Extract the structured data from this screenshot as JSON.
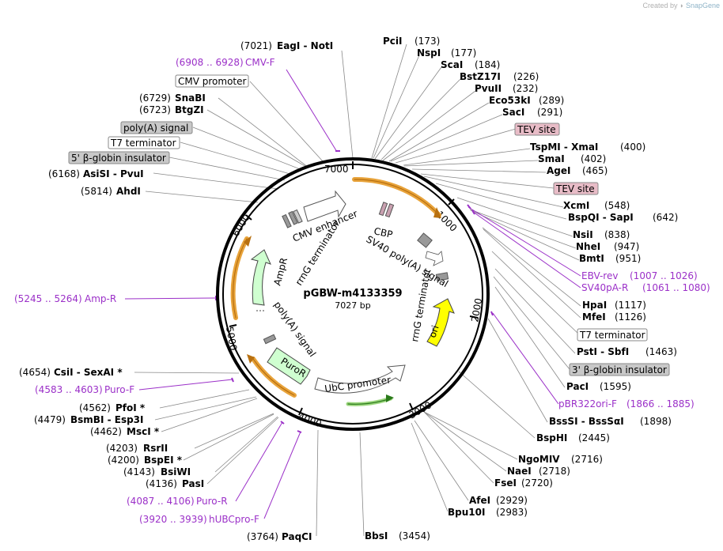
{
  "credit": {
    "prefix": "Created by",
    "brand": "SnapGene"
  },
  "plasmid": {
    "name": "pGBW-m4133359",
    "length": "7027 bp"
  },
  "ticks": [
    "7000",
    "1000",
    "2000",
    "3000",
    "4000",
    "5000",
    "6000"
  ],
  "sites": [
    {
      "pos": "(7021)",
      "name": "EagI  -  NotI"
    },
    {
      "pos": "(173)",
      "name": "PciI"
    },
    {
      "pos": "(177)",
      "name": "NspI"
    },
    {
      "pos": "(184)",
      "name": "ScaI"
    },
    {
      "pos": "(226)",
      "name": "BstZ17I"
    },
    {
      "pos": "(232)",
      "name": "PvuII"
    },
    {
      "pos": "(289)",
      "name": "Eco53kI"
    },
    {
      "pos": "(291)",
      "name": "SacI"
    },
    {
      "pos": "(400)",
      "name": "TspMI  -  XmaI"
    },
    {
      "pos": "(402)",
      "name": "SmaI"
    },
    {
      "pos": "(465)",
      "name": "AgeI"
    },
    {
      "pos": "(548)",
      "name": "XcmI"
    },
    {
      "pos": "(642)",
      "name": "BspQI  -  SapI"
    },
    {
      "pos": "(838)",
      "name": "NsiI"
    },
    {
      "pos": "(947)",
      "name": "NheI"
    },
    {
      "pos": "(951)",
      "name": "BmtI"
    },
    {
      "pos": "(1117)",
      "name": "HpaI"
    },
    {
      "pos": "(1126)",
      "name": "MfeI"
    },
    {
      "pos": "(1463)",
      "name": "PstI  -  SbfI"
    },
    {
      "pos": "(1595)",
      "name": "PacI"
    },
    {
      "pos": "(1898)",
      "name": "BssSI  -  BssSαI"
    },
    {
      "pos": "(2445)",
      "name": "BspHI"
    },
    {
      "pos": "(2716)",
      "name": "NgoMIV"
    },
    {
      "pos": "(2718)",
      "name": "NaeI"
    },
    {
      "pos": "(2720)",
      "name": "FseI"
    },
    {
      "pos": "(2929)",
      "name": "AfeI"
    },
    {
      "pos": "(2983)",
      "name": "Bpu10I"
    },
    {
      "pos": "(3454)",
      "name": "BbsI"
    },
    {
      "pos": "(3764)",
      "name": "PaqCI"
    },
    {
      "pos": "(4136)",
      "name": "PasI"
    },
    {
      "pos": "(4143)",
      "name": "BsiWI"
    },
    {
      "pos": "(4200)",
      "name": "BspEI *"
    },
    {
      "pos": "(4203)",
      "name": "RsrII"
    },
    {
      "pos": "(4462)",
      "name": "MscI *"
    },
    {
      "pos": "(4479)",
      "name": "BsmBI  -  Esp3I"
    },
    {
      "pos": "(4562)",
      "name": "PfoI *"
    },
    {
      "pos": "(4654)",
      "name": "CsiI  -  SexAI *"
    },
    {
      "pos": "(5814)",
      "name": "AhdI"
    },
    {
      "pos": "(6168)",
      "name": "AsiSI  -  PvuI"
    },
    {
      "pos": "(6723)",
      "name": "BtgZI"
    },
    {
      "pos": "(6729)",
      "name": "SnaBI"
    }
  ],
  "primers": [
    {
      "range": "(6908 .. 6928)",
      "name": "CMV-F"
    },
    {
      "range": "(1007 .. 1026)",
      "name": "EBV-rev"
    },
    {
      "range": "(1061 .. 1080)",
      "name": "SV40pA-R"
    },
    {
      "range": "(1866 .. 1885)",
      "name": "pBR322ori-F"
    },
    {
      "range": "(5245 .. 5264)",
      "name": "Amp-R"
    },
    {
      "range": "(4583 .. 4603)",
      "name": "Puro-F"
    },
    {
      "range": "(4087 .. 4106)",
      "name": "Puro-R"
    },
    {
      "range": "(3920 .. 3939)",
      "name": "hUBCpro-F"
    }
  ],
  "boxed_features": [
    "CMV promoter",
    "poly(A) signal",
    "T7 terminator",
    "5' β-globin insulator",
    "TEV site",
    "TEV site",
    "T7 terminator",
    "3' β-globin insulator"
  ],
  "inner_labels": {
    "cmv_enhancer": "CMV enhancer",
    "cbp": "CBP",
    "sv40": "SV40 poly(A) signal",
    "rrng1": "rrnG terminator",
    "rrng2": "rrnG terminator",
    "ampr": "AmpR",
    "polya": "poly(A) signal",
    "puror": "PuroR",
    "ubc": "UbC promoter",
    "ori": "ori"
  },
  "colors": {
    "backbone": "#000000",
    "primer": "#9b30c8",
    "ampr": "#cfffd0",
    "puror": "#cfffd0",
    "ori": "#ffff00",
    "orange_arc": "#e8a33a",
    "tev": "#e8bcc7",
    "grey_box": "#c8c8c8"
  }
}
